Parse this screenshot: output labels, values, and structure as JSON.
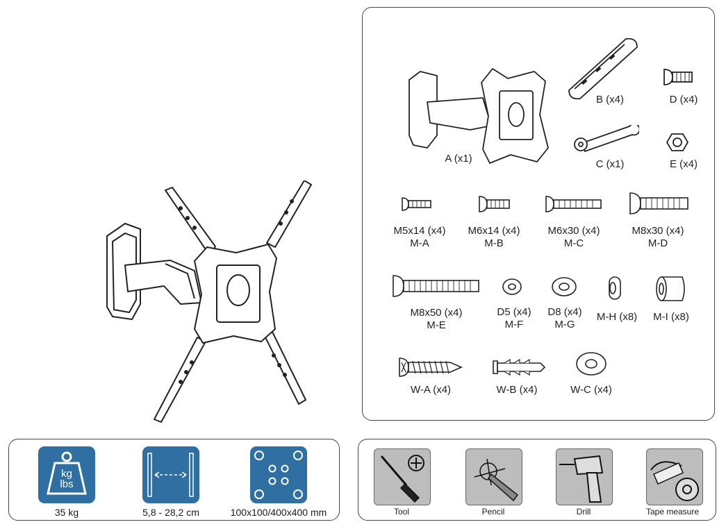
{
  "parts": {
    "a": "A (x1)",
    "b": "B (x4)",
    "c": "C (x1)",
    "d": "D (x4)",
    "e": "E (x4)",
    "m5x14": "M5x14 (x4)",
    "ma": "M-A",
    "m6x14": "M6x14 (x4)",
    "mb": "M-B",
    "m6x30": "M6x30 (x4)",
    "mc": "M-C",
    "m8x30": "M8x30 (x4)",
    "md": "M-D",
    "m8x50": "M8x50 (x4)",
    "me": "M-E",
    "d5": "D5 (x4)",
    "mf": "M-F",
    "d8": "D8 (x4)",
    "mg": "M-G",
    "mh": "M-H (x8)",
    "mi": "M-I (x8)",
    "wa": "W-A (x4)",
    "wb": "W-B (x4)",
    "wc": "W-C (x4)"
  },
  "specs": {
    "weight_icon_kg": "kg",
    "weight_icon_lbs": "lbs",
    "weight": "35 kg",
    "spacing": "5,8 - 28,2 cm",
    "vesa": "100x100/400x400 mm"
  },
  "tools": {
    "tool": "Tool",
    "pencil": "Pencil",
    "drill": "Drill",
    "tape": "Tape measure"
  },
  "colors": {
    "spec_blue": "#2f6fa1",
    "tool_gray": "#bdbdbd"
  }
}
